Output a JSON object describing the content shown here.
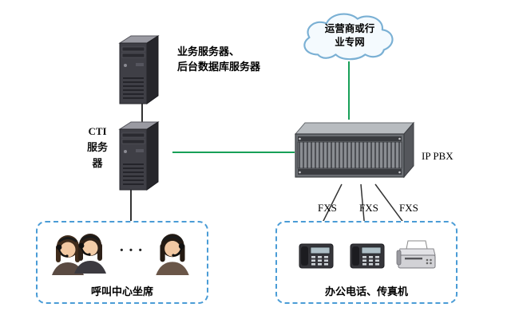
{
  "nodes": {
    "app_server": {
      "label_line1": "业务服务器、",
      "label_line2": "后台数据库服务器"
    },
    "cti_server": {
      "label_lines": [
        "CTI",
        "服务",
        "器"
      ]
    },
    "cloud": {
      "label_line1": "运营商或行",
      "label_line2": "业专网"
    },
    "ip_pbx": {
      "label": "IP PBX"
    },
    "call_center": {
      "label": "呼叫中心坐席",
      "dots": "···"
    },
    "office": {
      "label": "办公电话、传真机"
    },
    "fxs_labels": [
      "FXS",
      "FXS",
      "FXS"
    ]
  },
  "colors": {
    "line_green": "#18a058",
    "line_dark": "#333333",
    "dashed_box_border": "#4a9cd6",
    "cloud_stroke": "#7ab0d4",
    "cloud_fill": "#f4fafe"
  }
}
